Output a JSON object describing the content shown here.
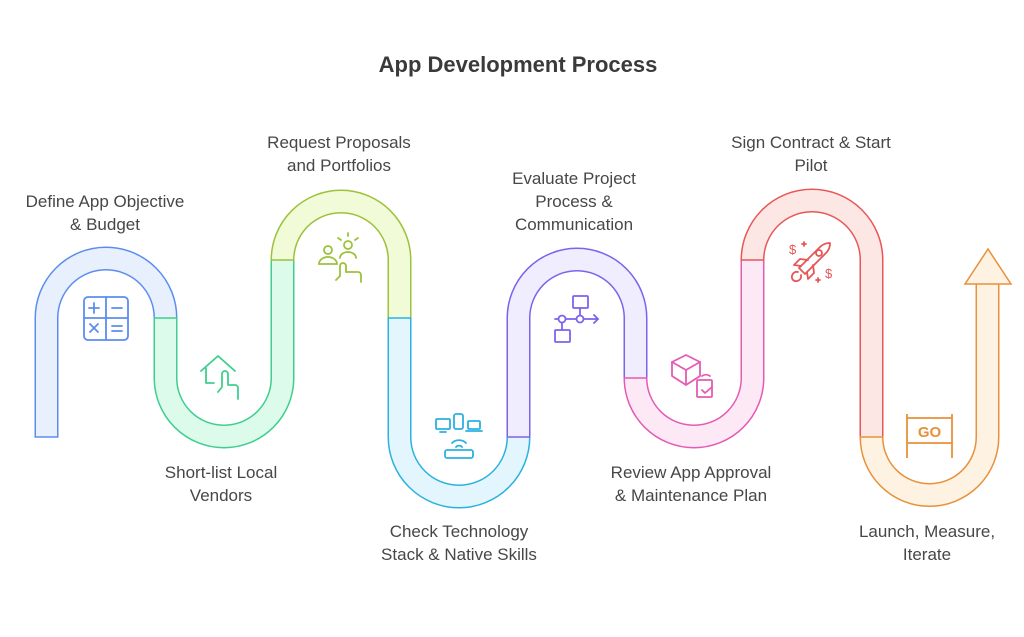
{
  "title": "App Development Process",
  "steps": [
    {
      "label_1": "Define App Objective",
      "label_2": "& Budget",
      "icon": "calculator-icon",
      "stroke": "#5b8def",
      "fill": "#e9f0fd"
    },
    {
      "label_1": "Short-list Local",
      "label_2": "Vendors",
      "icon": "house-pointer-icon",
      "stroke": "#3ecf8e",
      "fill": "#ddfbeb"
    },
    {
      "label_1": "Request Proposals",
      "label_2": "and Portfolios",
      "icon": "people-select-icon",
      "stroke": "#9cc23b",
      "fill": "#f1fbd8"
    },
    {
      "label_1": "Check Technology",
      "label_2": "Stack & Native Skills",
      "icon": "devices-network-icon",
      "stroke": "#2bb1e0",
      "fill": "#e4f6fd"
    },
    {
      "label_1": "Evaluate Project",
      "label_2": "Process &",
      "label_3": "Communication",
      "icon": "flowchart-icon",
      "stroke": "#7f62ec",
      "fill": "#f0edfe"
    },
    {
      "label_1": "Review App Approval",
      "label_2": "& Maintenance Plan",
      "icon": "package-check-icon",
      "stroke": "#e45bb3",
      "fill": "#fde9f5"
    },
    {
      "label_1": "Sign Contract & Start",
      "label_2": "Pilot",
      "icon": "rocket-icon",
      "stroke": "#e85656",
      "fill": "#fde7e5"
    },
    {
      "label_1": "Launch, Measure,",
      "label_2": "Iterate",
      "icon": "go-sign-icon",
      "icon_text": "GO",
      "stroke": "#e8913a",
      "fill": "#fef2e3"
    }
  ]
}
